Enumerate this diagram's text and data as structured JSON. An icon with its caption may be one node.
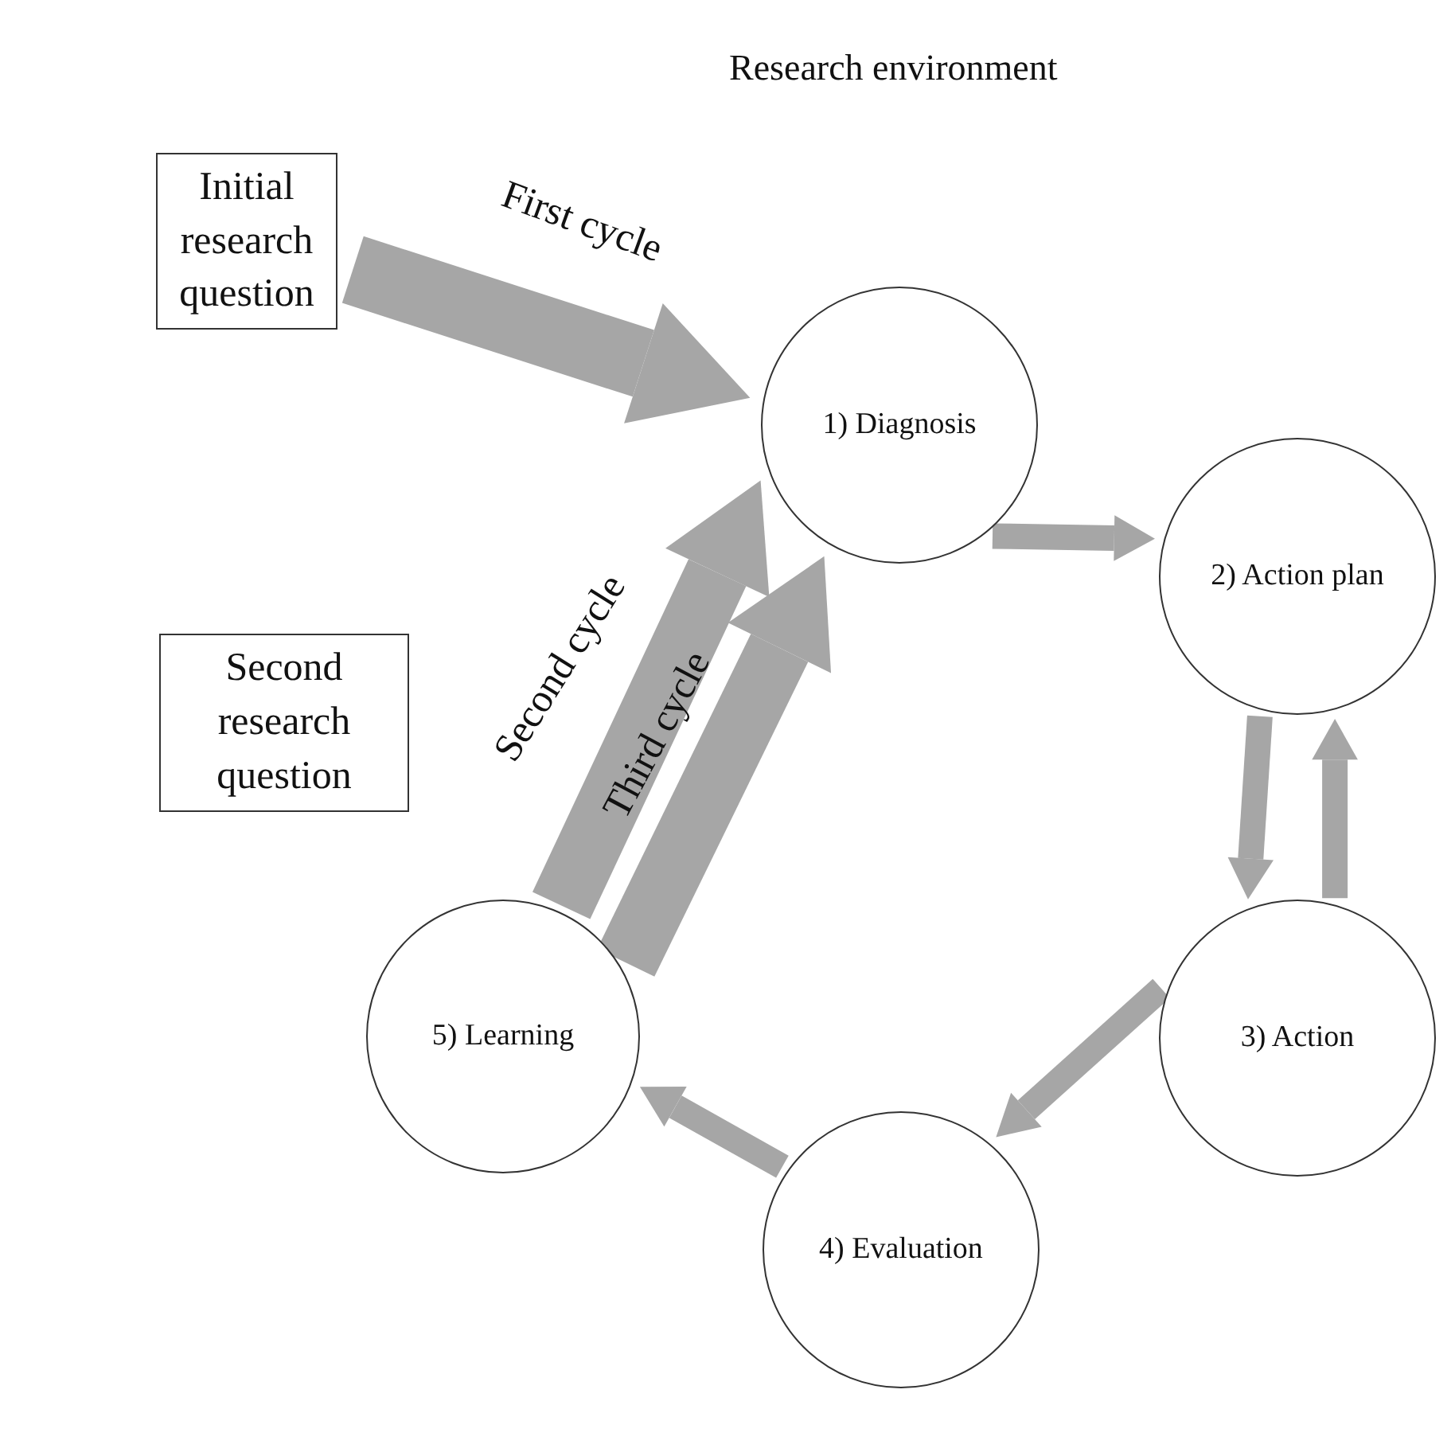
{
  "diagram": {
    "title": "Research environment",
    "nodes": [
      {
        "text": [
          "Initial research question"
        ]
      },
      {
        "text": [
          "Second research question"
        ]
      },
      {
        "text": [
          "1) Diagnosis"
        ]
      },
      {
        "text": [
          "2) Action plan"
        ]
      },
      {
        "text": [
          "3) Action"
        ]
      },
      {
        "text": [
          "4) Evaluation"
        ]
      },
      {
        "text": [
          "5) Learning"
        ]
      }
    ],
    "edges": [
      {
        "from": 0,
        "to": 2,
        "arrow": "to",
        "label": "First cycle",
        "style": "thick"
      },
      {
        "from": 6,
        "to": 2,
        "arrow": "to",
        "label": "Second cycle",
        "style": "thick"
      },
      {
        "from": 6,
        "to": 2,
        "arrow": "to",
        "label": "Third cycle",
        "style": "thick"
      },
      {
        "from": 2,
        "to": 3,
        "arrow": "to"
      },
      {
        "from": 3,
        "to": 4,
        "arrow": "to"
      },
      {
        "from": 4,
        "to": 3,
        "arrow": "to"
      },
      {
        "from": 4,
        "to": 5,
        "arrow": "to"
      },
      {
        "from": 5,
        "to": 6,
        "arrow": "to"
      }
    ]
  }
}
